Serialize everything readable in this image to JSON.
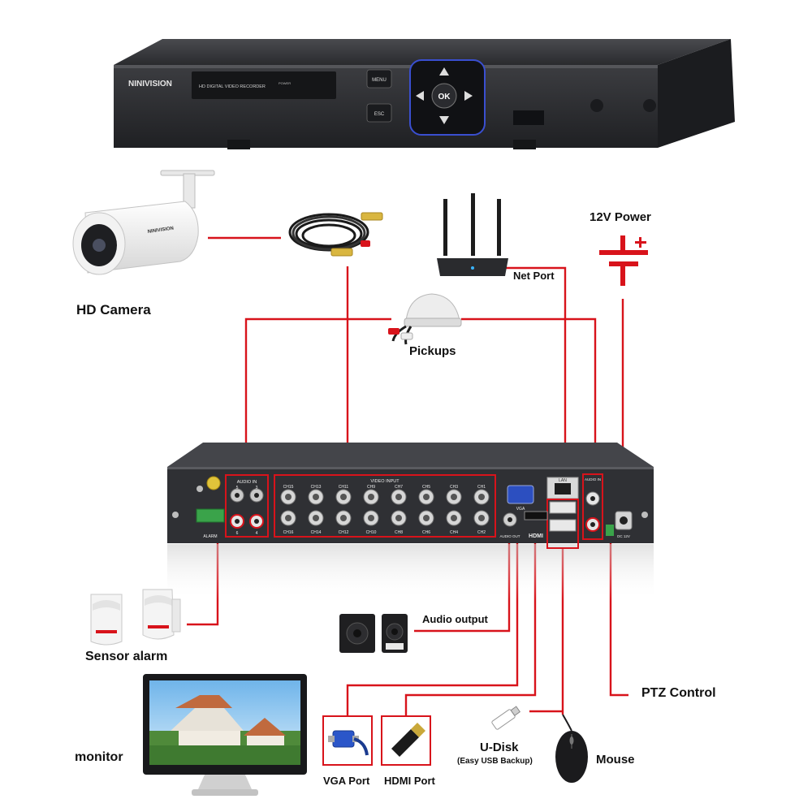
{
  "colors": {
    "wire": "#d8131b",
    "device_dark": "#2f3033",
    "panel": "#3a3b3e",
    "box_border": "#d8131b"
  },
  "dvr": {
    "brand": "NINIVISION",
    "front_label": "HD DIGITAL VIDEO RECORDER",
    "power_label": "POWER",
    "menu_label": "MENU",
    "esc_label": "ESC",
    "ok_label": "OK"
  },
  "rear_panel": {
    "audio_in_left_title": "AUDIO IN",
    "audio_in_left_nums": [
      "5",
      "3",
      "6",
      "4"
    ],
    "video_input_title": "VIDEO INPUT",
    "channels_top": [
      "CH15",
      "CH13",
      "CH11",
      "CH9",
      "CH7",
      "CH5",
      "CH3",
      "CH1"
    ],
    "channels_bottom": [
      "CH16",
      "CH14",
      "CH12",
      "CH10",
      "CH8",
      "CH6",
      "CH4",
      "CH2"
    ],
    "vga_label": "VGA",
    "lan_label": "LAN",
    "audio_out_label": "AUDIO OUT",
    "hdmi_label": "HDMI",
    "audio_in_right_title": "AUDIO IN",
    "dc_label": "DC 12V",
    "alarm_label": "ALARM"
  },
  "labels": {
    "hd_camera": "HD Camera",
    "twelve_v_power": "12V Power",
    "net_port": "Net Port",
    "pickups": "Pickups",
    "sensor_alarm": "Sensor alarm",
    "audio_output": "Audio output",
    "ptz_control": "PTZ Control",
    "monitor": "monitor",
    "vga_port": "VGA Port",
    "hdmi_port": "HDMI Port",
    "u_disk": "U-Disk",
    "u_disk_note": "(Easy USB Backup)",
    "mouse": "Mouse",
    "camera_brand": "NINIVISION"
  },
  "icons": {
    "dvr": "dvr-front-unit",
    "camera": "bullet-camera-icon",
    "cable": "coax-cable-icon",
    "router": "wifi-router-icon",
    "power": "dc-power-symbol-icon",
    "pickup": "microphone-pickup-icon",
    "sensor": "pir-sensor-icon",
    "speaker": "speaker-icon",
    "monitor": "monitor-icon",
    "vga": "vga-connector-icon",
    "hdmi": "hdmi-connector-icon",
    "usb": "usb-disk-icon",
    "mouse": "mouse-icon"
  }
}
